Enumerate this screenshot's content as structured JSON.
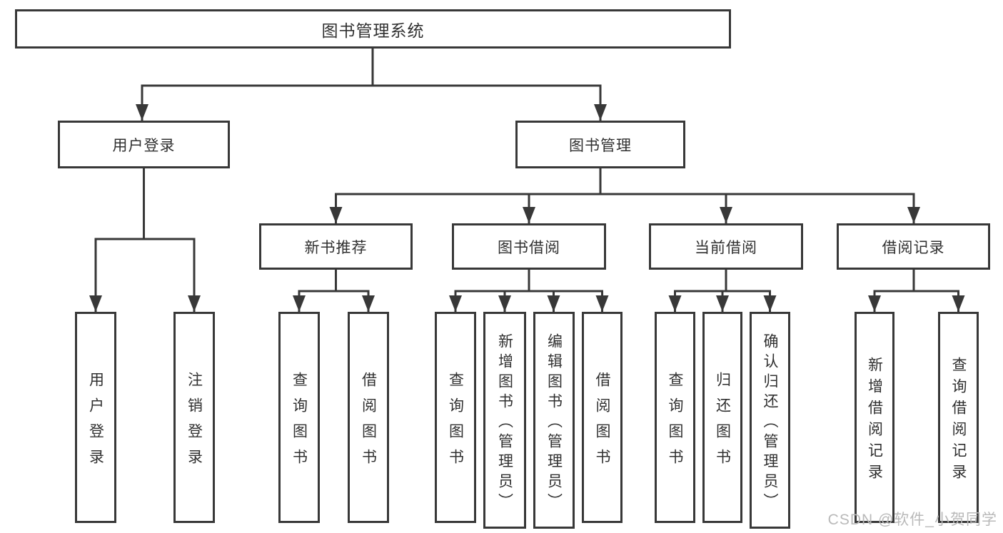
{
  "diagram": {
    "type": "tree-structure-diagram",
    "colors": {
      "line": "#383838",
      "box_border": "#383838",
      "text": "#303030",
      "background": "#ffffff",
      "watermark_text": "#b9b9b9"
    },
    "nodes": {
      "root": {
        "label": "图书管理系统"
      },
      "user_login": {
        "label": "用户登录"
      },
      "book_mgmt": {
        "label": "图书管理"
      },
      "new_book_rec": {
        "label": "新书推荐"
      },
      "book_borrow": {
        "label": "图书借阅"
      },
      "current_borrow": {
        "label": "当前借阅"
      },
      "borrow_records": {
        "label": "借阅记录"
      },
      "ul_user_login": {
        "label": "用户登录"
      },
      "ul_logout": {
        "label": "注销登录"
      },
      "nbr_query_books": {
        "label": "查询图书"
      },
      "nbr_borrow_books": {
        "label": "借阅图书"
      },
      "bb_query_books": {
        "label": "查询图书"
      },
      "bb_add_books": {
        "label": "新增图书（管理员）"
      },
      "bb_edit_books": {
        "label": "编辑图书（管理员）"
      },
      "bb_borrow_books": {
        "label": "借阅图书"
      },
      "cb_query_books": {
        "label": "查询图书"
      },
      "cb_return_books": {
        "label": "归还图书"
      },
      "cb_confirm_return": {
        "label": "确认归还（管理员）"
      },
      "br_add_record": {
        "label": "新增借阅记录"
      },
      "br_query_record": {
        "label": "查询借阅记录"
      }
    },
    "hierarchy_note": "root > [user_login > 2 leaves] , [book_mgmt > new_book_rec(2 leaves), book_borrow(4 leaves), current_borrow(3 leaves), borrow_records(2 leaves)]",
    "watermark": "CSDN @软件_小贺同学"
  }
}
